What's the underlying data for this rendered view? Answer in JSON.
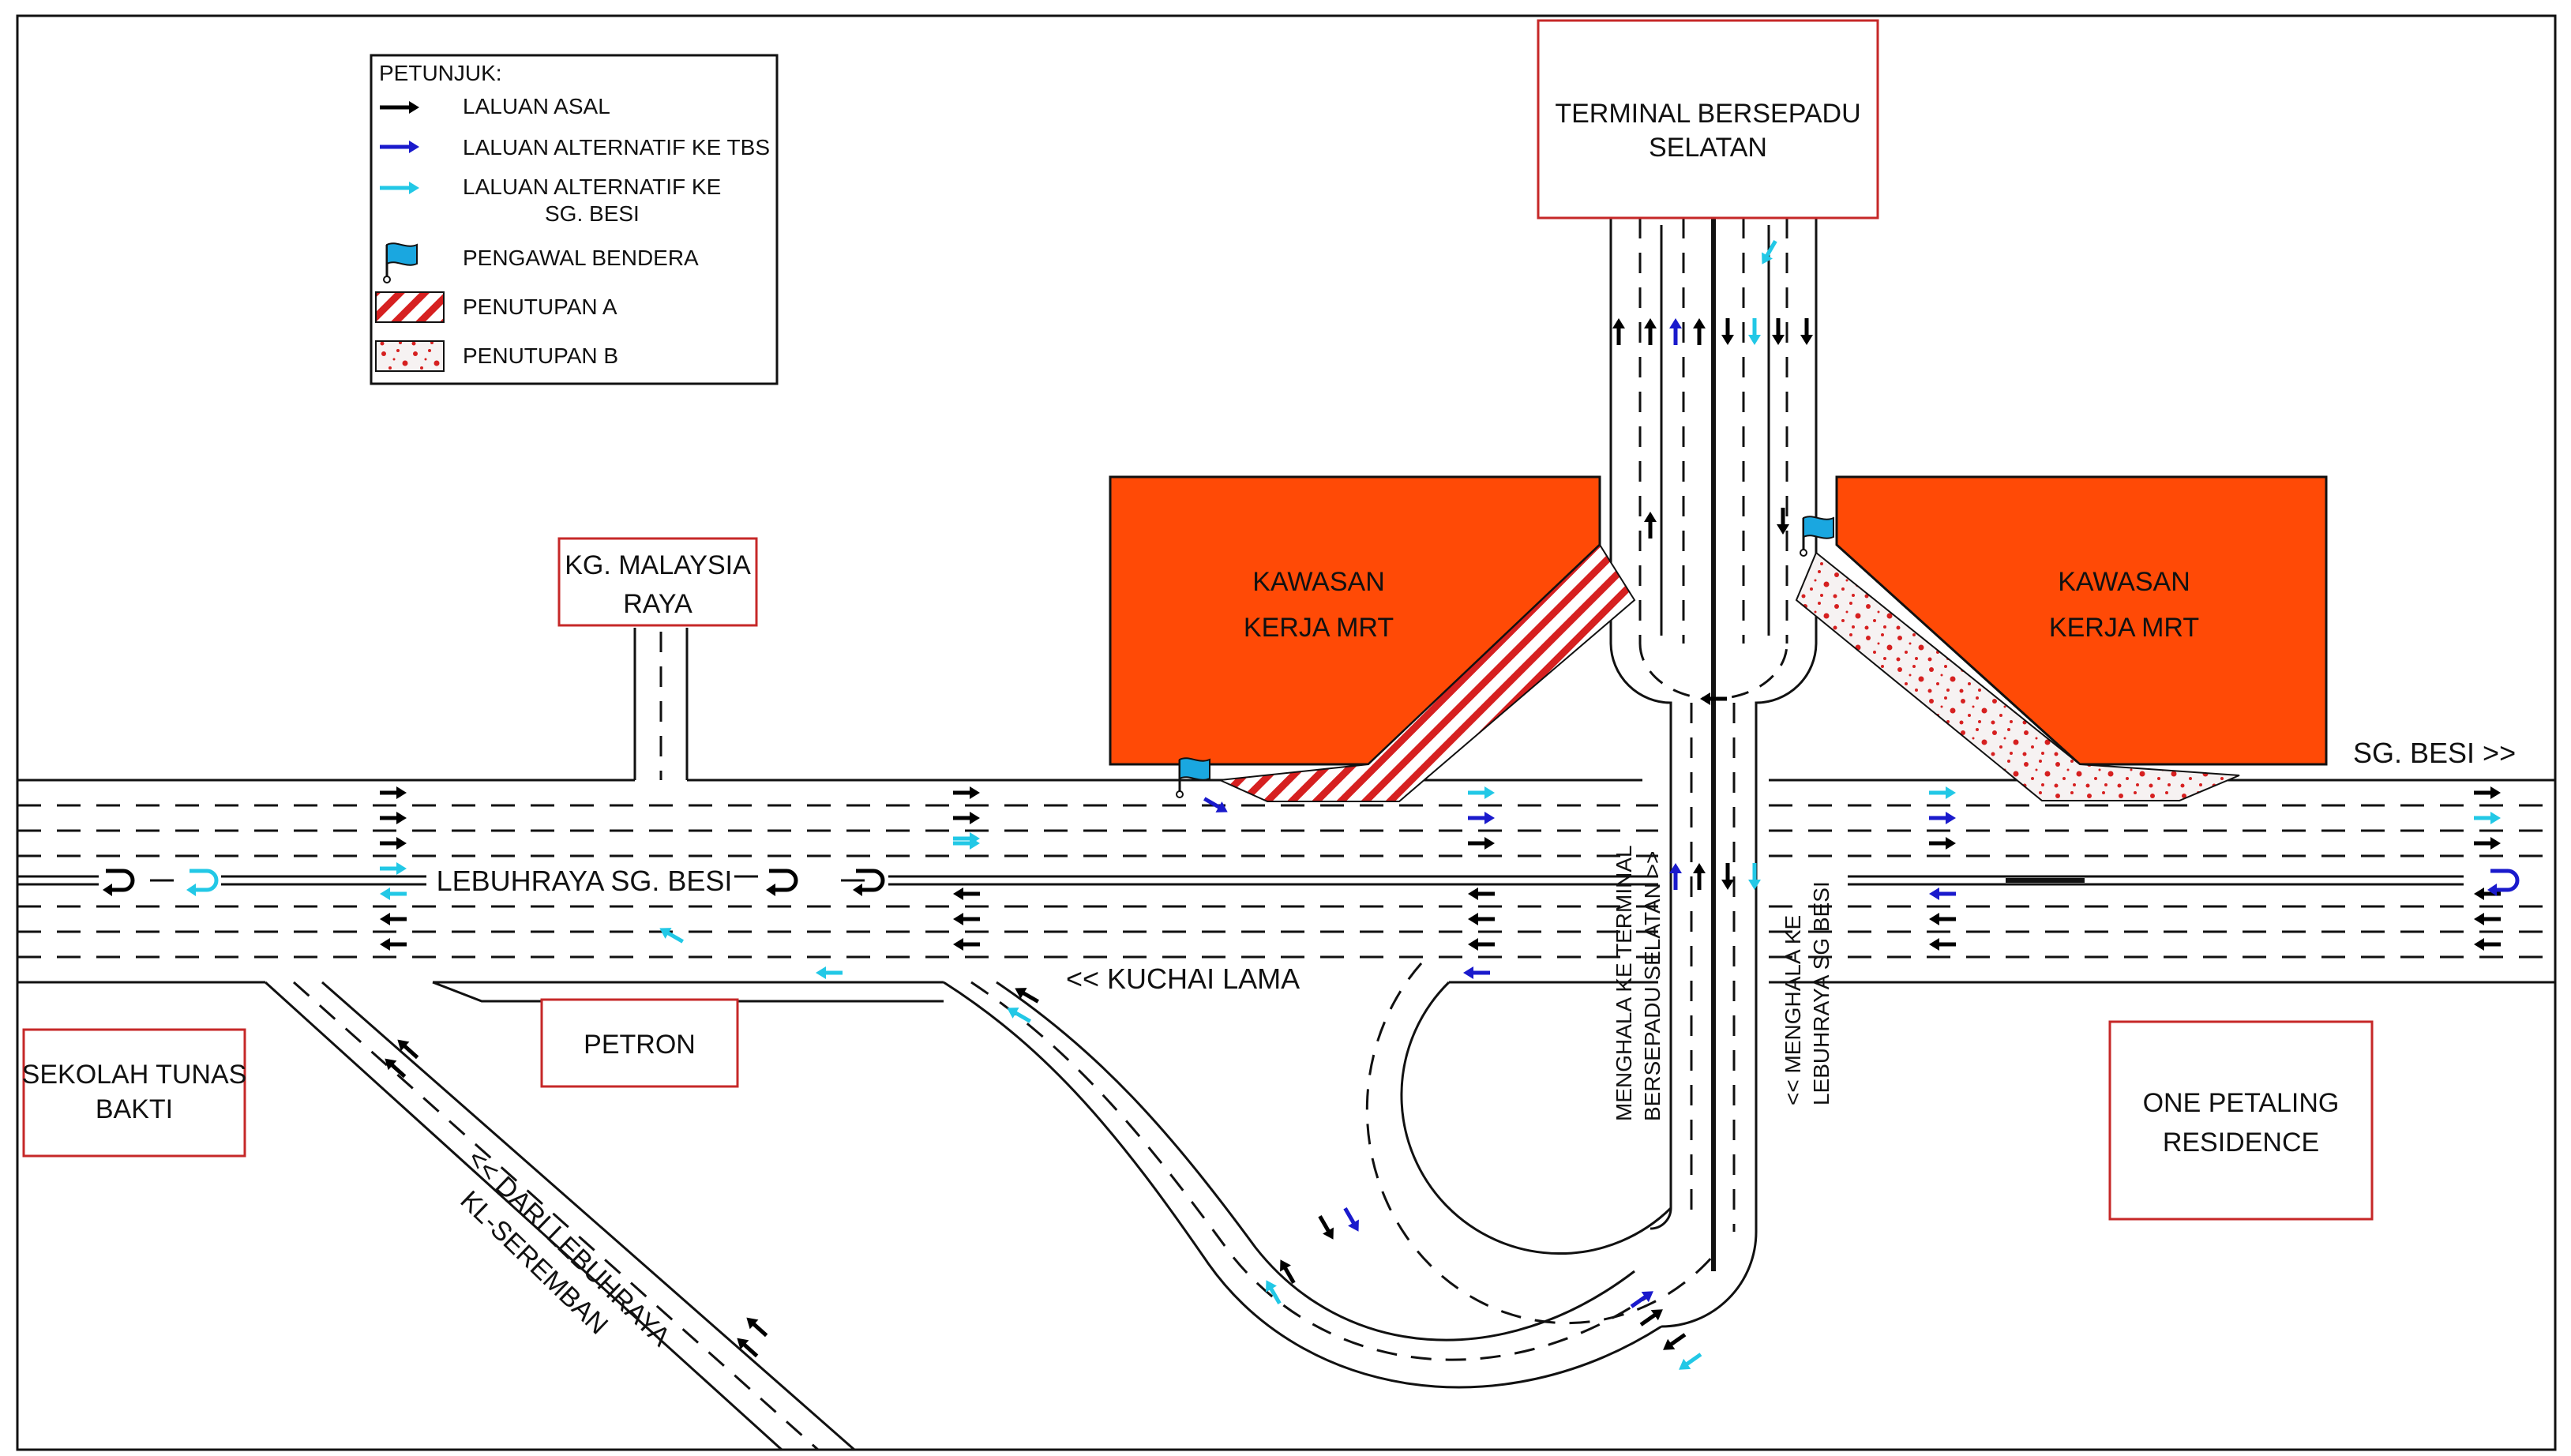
{
  "legend": {
    "title": "PETUNJUK:",
    "items": [
      {
        "label": "LALUAN ASAL",
        "color": "#000000",
        "type": "arrow"
      },
      {
        "label": "LALUAN ALTERNATIF KE TBS",
        "color": "#1a1acc",
        "type": "arrow"
      },
      {
        "label_line1": "LALUAN ALTERNATIF KE",
        "label_line2": "SG. BESI",
        "color": "#22c8e6",
        "type": "arrow"
      },
      {
        "label": "PENGAWAL BENDERA",
        "color": "#1aa7e0",
        "type": "flag"
      },
      {
        "label": "PENUTUPAN A",
        "color": "#d62020",
        "type": "hatch"
      },
      {
        "label": "PENUTUPAN B",
        "color": "#d62020",
        "type": "dots"
      }
    ]
  },
  "places": {
    "terminal_line1": "TERMINAL BERSEPADU",
    "terminal_line2": "SELATAN",
    "kg_line1": "KG. MALAYSIA",
    "kg_line2": "RAYA",
    "sekolah_line1": "SEKOLAH TUNAS",
    "sekolah_line2": "BAKTI",
    "petron": "PETRON",
    "one_petaling_line1": "ONE PETALING",
    "one_petaling_line2": "RESIDENCE"
  },
  "work_areas": {
    "left_line1": "KAWASAN",
    "left_line2": "KERJA MRT",
    "right_line1": "KAWASAN",
    "right_line2": "KERJA MRT"
  },
  "roads": {
    "highway": "LEBUHRAYA SG. BESI",
    "sg_besi": "SG. BESI >>",
    "kuchai": "<< KUCHAI LAMA",
    "seremban_line1": "<< DARI LEBUHRAYA",
    "seremban_line2": "KL-SEREMBAN",
    "to_tbs_line1": "MENGHALA KE TERMINAL",
    "to_tbs_line2": "BERSEPADU SELATAN >>",
    "to_sgbesi_line1": "<< MENGHALA KE",
    "to_sgbesi_line2": "LEBUHRAYA SG BESI"
  },
  "colors": {
    "original_route": "#000000",
    "alt_tbs": "#1a1acc",
    "alt_sgbesi": "#22c8e6",
    "work_area": "#ff4a06",
    "closure": "#d62020",
    "box_border": "#c62828",
    "flag": "#1aa7e0"
  }
}
